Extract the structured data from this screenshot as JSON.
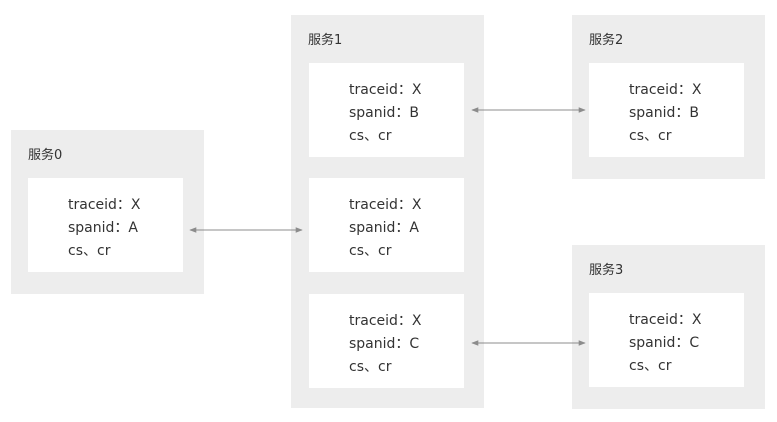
{
  "services": [
    {
      "id": "s0",
      "title": "服务0",
      "cards": [
        {
          "traceid": "traceid：X",
          "spanid": "spanid：A",
          "flags": "cs、cr"
        }
      ]
    },
    {
      "id": "s1",
      "title": "服务1",
      "cards": [
        {
          "traceid": "traceid：X",
          "spanid": "spanid：B",
          "flags": "cs、cr"
        },
        {
          "traceid": "traceid：X",
          "spanid": "spanid：A",
          "flags": "cs、cr"
        },
        {
          "traceid": "traceid：X",
          "spanid": "spanid：C",
          "flags": "cs、cr"
        }
      ]
    },
    {
      "id": "s2",
      "title": "服务2",
      "cards": [
        {
          "traceid": "traceid：X",
          "spanid": "spanid：B",
          "flags": "cs、cr"
        }
      ]
    },
    {
      "id": "s3",
      "title": "服务3",
      "cards": [
        {
          "traceid": "traceid：X",
          "spanid": "spanid：C",
          "flags": "cs、cr"
        }
      ]
    }
  ],
  "colors": {
    "panel": "#ededed",
    "card": "#ffffff",
    "arrow": "#8c8c8c",
    "text": "#333333"
  }
}
